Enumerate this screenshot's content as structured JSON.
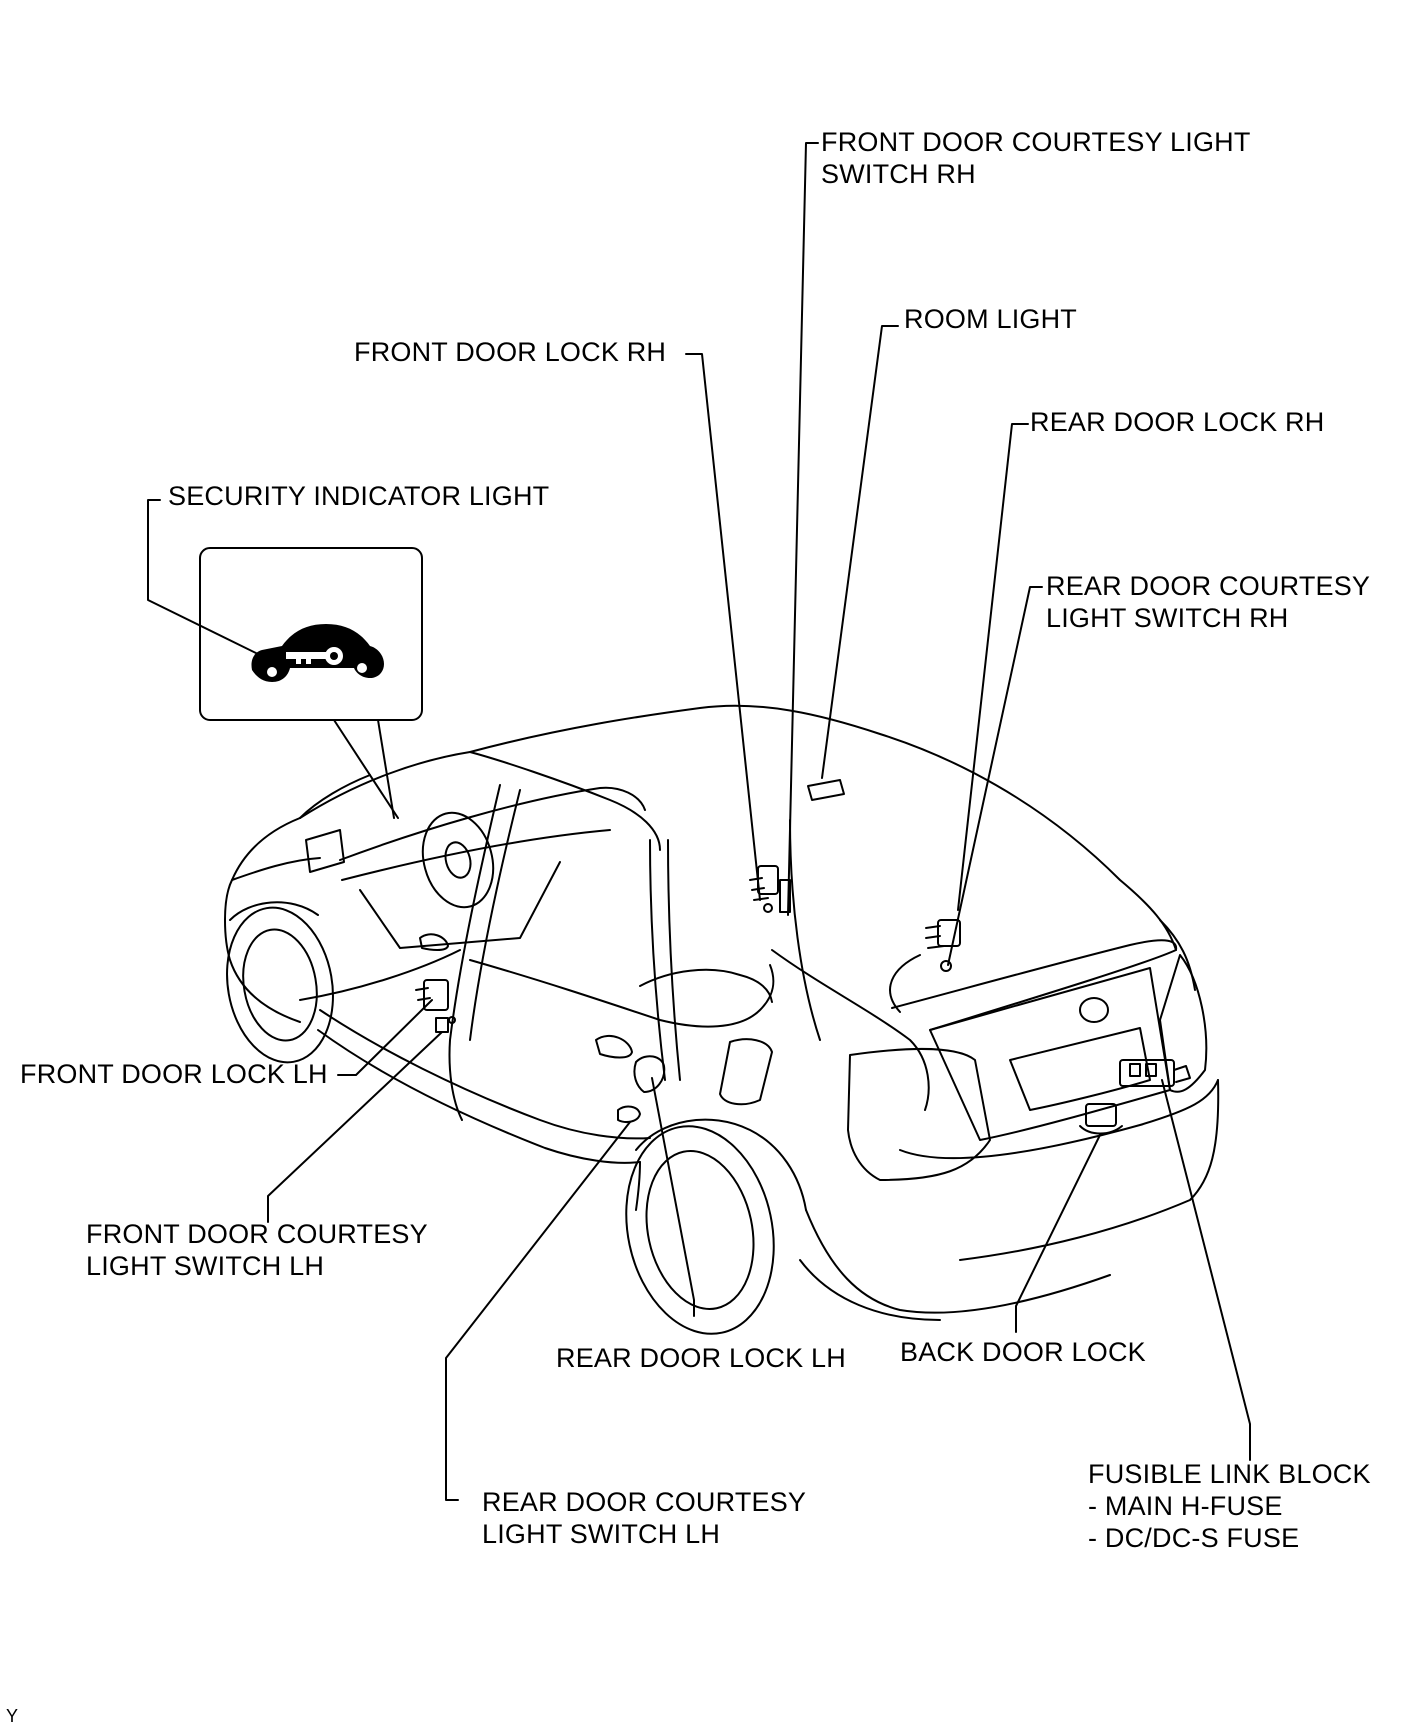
{
  "diagram": {
    "labels": {
      "front_door_courtesy_rh": [
        "FRONT DOOR COURTESY LIGHT",
        "SWITCH RH"
      ],
      "room_light": [
        "ROOM LIGHT"
      ],
      "front_door_lock_rh": [
        "FRONT DOOR LOCK RH"
      ],
      "rear_door_lock_rh": [
        "REAR DOOR LOCK RH"
      ],
      "security_indicator_light": [
        "SECURITY INDICATOR LIGHT"
      ],
      "rear_door_courtesy_rh": [
        "REAR DOOR COURTESY",
        "LIGHT SWITCH RH"
      ],
      "front_door_lock_lh": [
        "FRONT DOOR LOCK LH"
      ],
      "front_door_courtesy_lh": [
        "FRONT DOOR COURTESY",
        "LIGHT SWITCH LH"
      ],
      "rear_door_lock_lh": [
        "REAR DOOR LOCK LH"
      ],
      "back_door_lock": [
        "BACK DOOR LOCK"
      ],
      "fusible_link_block": [
        "FUSIBLE LINK BLOCK",
        "- MAIN H-FUSE",
        "- DC/DC-S FUSE"
      ],
      "rear_door_courtesy_lh": [
        "REAR DOOR COURTESY",
        "LIGHT SWITCH LH"
      ]
    },
    "figure_code": "Y",
    "icon": "car-with-key-icon"
  }
}
